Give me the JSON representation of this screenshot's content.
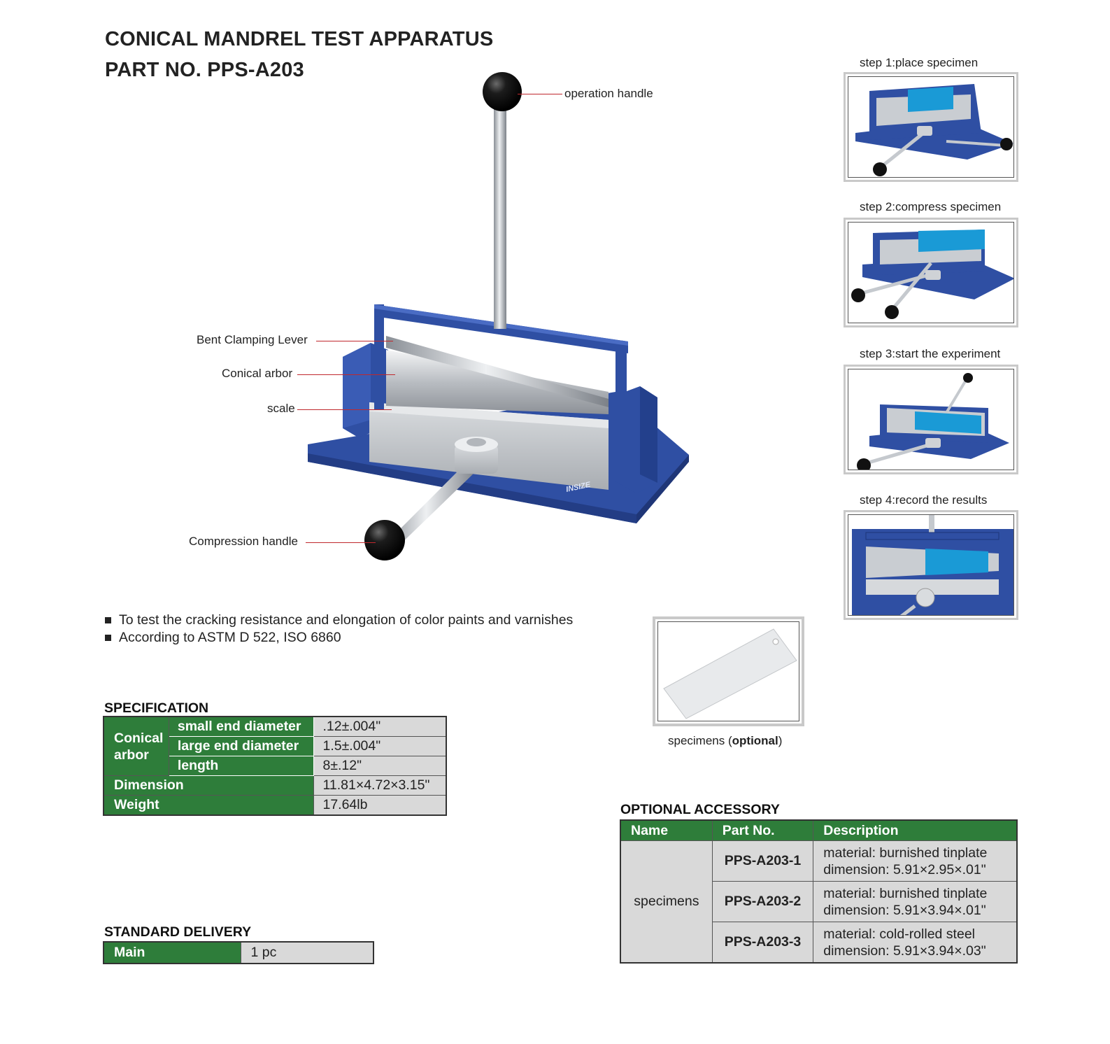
{
  "header": {
    "title_line1": "CONICAL MANDREL TEST APPARATUS",
    "title_line2": "PART NO. PPS-A203"
  },
  "callouts": {
    "operation_handle": "operation handle",
    "bent_clamping_lever": "Bent Clamping Lever",
    "conical_arbor": "Conical arbor",
    "scale": "scale",
    "compression_handle": "Compression handle"
  },
  "brand_mark": "INSIZE",
  "steps": [
    {
      "caption": "step 1:place specimen"
    },
    {
      "caption": "step 2:compress specimen"
    },
    {
      "caption": "step 3:start the experiment"
    },
    {
      "caption": "step 4:record the results"
    }
  ],
  "features": [
    "To test the cracking resistance and elongation of color paints and varnishes",
    "According to ASTM D 522, ISO 6860"
  ],
  "specimen_caption": {
    "prefix": "specimens (",
    "bold": "optional",
    "suffix": ")"
  },
  "specification": {
    "heading": "SPECIFICATION",
    "group_label": "Conical arbor",
    "rows": [
      {
        "label": "small end diameter",
        "value": ".12±.004\""
      },
      {
        "label": "large end diameter",
        "value": "1.5±.004\""
      },
      {
        "label": "length",
        "value": "8±.12\""
      }
    ],
    "dimension_label": "Dimension",
    "dimension_value": "11.81×4.72×3.15\"",
    "weight_label": "Weight",
    "weight_value": "17.64lb"
  },
  "standard_delivery": {
    "heading": "STANDARD DELIVERY",
    "label": "Main",
    "value": "1 pc"
  },
  "optional_accessory": {
    "heading": "OPTIONAL ACCESSORY",
    "columns": [
      "Name",
      "Part No.",
      "Description"
    ],
    "name": "specimens",
    "rows": [
      {
        "part_no": "PPS-A203-1",
        "material": "material: burnished tinplate",
        "dimension": "dimension: 5.91×2.95×.01\""
      },
      {
        "part_no": "PPS-A203-2",
        "material": "material: burnished tinplate",
        "dimension": "dimension: 5.91×3.94×.01\""
      },
      {
        "part_no": "PPS-A203-3",
        "material": "material: cold-rolled steel",
        "dimension": "dimension: 5.91×3.94×.03\""
      }
    ]
  },
  "colors": {
    "machine_blue": "#2f4fa3",
    "table_green": "#2e7d3a",
    "leader_red": "#c0282d",
    "specimen_blue": "#1a9ad6"
  }
}
